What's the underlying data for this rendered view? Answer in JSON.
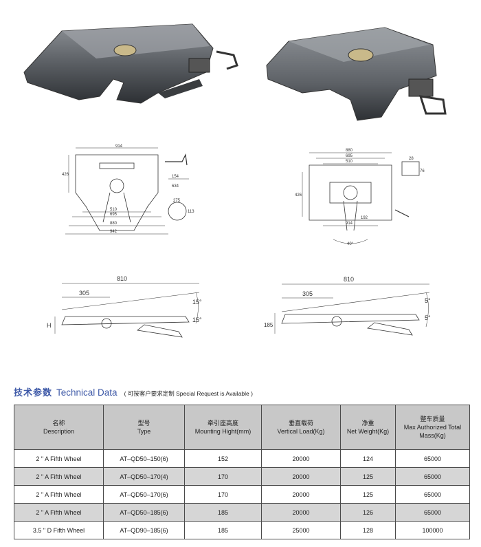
{
  "drawings": {
    "top_left": {
      "w_total": "942",
      "w_880": "880",
      "w_695": "695",
      "w_510": "510",
      "h_426": "426",
      "d_914": "914",
      "d_154": "154",
      "d_634": "634",
      "det_275": "275",
      "det_113": "113"
    },
    "top_right": {
      "w_880": "880",
      "w_695": "695",
      "w_510": "510",
      "h_426": "426",
      "d_914": "914",
      "angle": "40°",
      "d_192": "192",
      "det_28": "28",
      "det_76": "76"
    },
    "side_left": {
      "len": "810",
      "d305": "305",
      "ang1": "15°",
      "ang2": "15°",
      "h": "H"
    },
    "side_right": {
      "len": "810",
      "d305": "305",
      "ang1": "5°",
      "ang2": "5°",
      "h": "185"
    }
  },
  "section": {
    "title_cn": "技术参数",
    "title_en": "Technical Data",
    "note": "( 可按客户要求定制  Special Request is Available )"
  },
  "table": {
    "headers": [
      {
        "cn": "名称",
        "en": "Description"
      },
      {
        "cn": "型号",
        "en": "Type"
      },
      {
        "cn": "牵引座高度",
        "en": "Mounting Hight(mm)"
      },
      {
        "cn": "垂直载荷",
        "en": "Vertical Load(Kg)"
      },
      {
        "cn": "净重",
        "en": "Net Weight(Kg)"
      },
      {
        "cn": "整车质量",
        "en": "Max Authorized Total Mass(Kg)"
      }
    ],
    "rows": [
      [
        "2 \" A Fifth Wheel",
        "AT–QD50–150(6)",
        "152",
        "20000",
        "124",
        "65000"
      ],
      [
        "2 \" A Fifth Wheel",
        "AT–QD50–170(4)",
        "170",
        "20000",
        "125",
        "65000"
      ],
      [
        "2 \" A Fifth Wheel",
        "AT–QD50–170(6)",
        "170",
        "20000",
        "125",
        "65000"
      ],
      [
        "2 \" A Fifth Wheel",
        "AT–QD50–185(6)",
        "185",
        "20000",
        "126",
        "65000"
      ],
      [
        "3.5 \" D Fifth Wheel",
        "AT–QD90–185(6)",
        "185",
        "25000",
        "128",
        "100000"
      ]
    ]
  }
}
